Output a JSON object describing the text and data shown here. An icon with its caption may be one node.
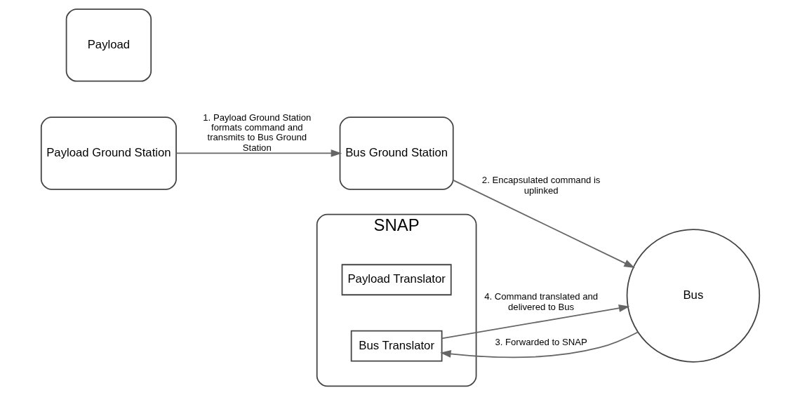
{
  "diagram": {
    "nodes": [
      {
        "text": [
          "Payload Ground Station"
        ]
      },
      {
        "text": [
          "Bus Ground Station"
        ]
      },
      {
        "text": [
          "SNAP"
        ]
      },
      {
        "text": [
          "Payload Translator"
        ],
        "in": 2
      },
      {
        "text": [
          "Bus Translator"
        ],
        "in": 2
      },
      {
        "text": [
          "Payload"
        ]
      },
      {
        "text": [
          "Bus"
        ]
      }
    ],
    "edges": [
      {
        "from": 0,
        "to": 1,
        "arrow": "to",
        "label": "1. Payload Ground Station formats command and transmits to Bus Ground Station"
      },
      {
        "from": 1,
        "to": 6,
        "arrow": "to",
        "label": "2. Encapsulated command is uplinked"
      },
      {
        "from": 6,
        "to": 4,
        "arrow": "to",
        "label": "3. Forwarded to SNAP"
      },
      {
        "from": 4,
        "to": 6,
        "arrow": "to",
        "label": "4. Command translated and delivered to Bus"
      }
    ]
  }
}
